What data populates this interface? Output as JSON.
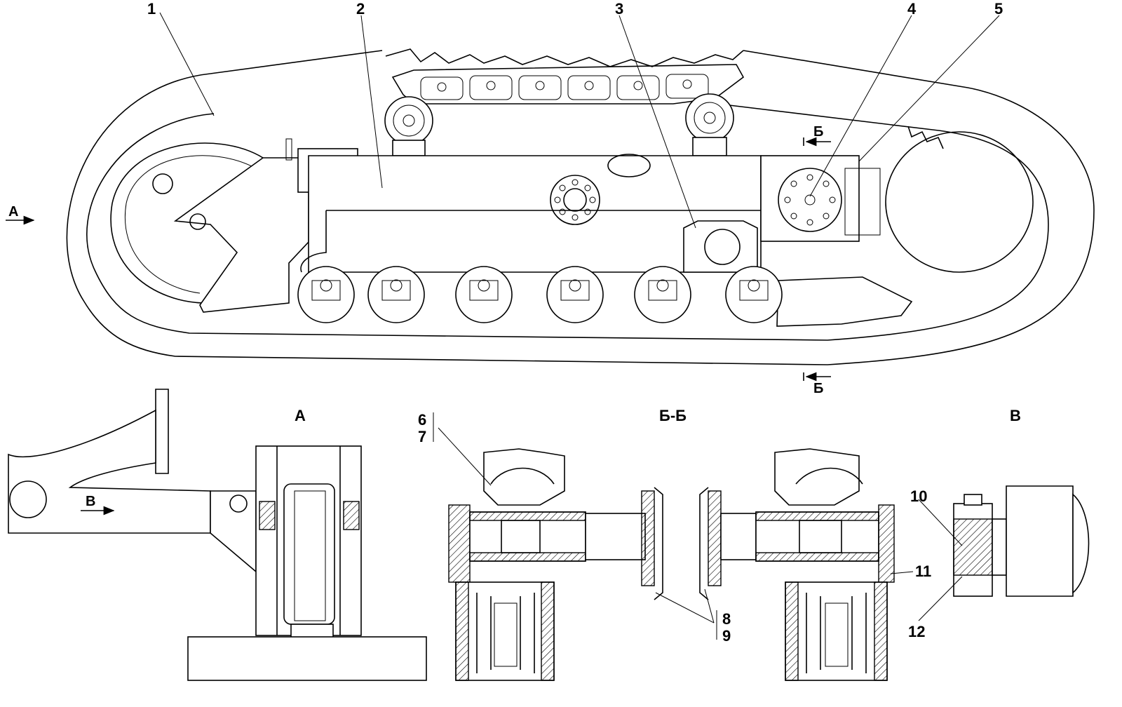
{
  "callouts": {
    "c1": "1",
    "c2": "2",
    "c3": "3",
    "c4": "4",
    "c5": "5",
    "c6": "6",
    "c7": "7",
    "c8": "8",
    "c9": "9",
    "c10": "10",
    "c11": "11",
    "c12": "12"
  },
  "views": {
    "view_a_label": "А",
    "section_label": "Б-Б",
    "view_v_label": "В",
    "arrow_a_label": "А",
    "arrow_v_label": "В",
    "section_mark_top": "Б",
    "section_mark_bottom": "Б"
  }
}
